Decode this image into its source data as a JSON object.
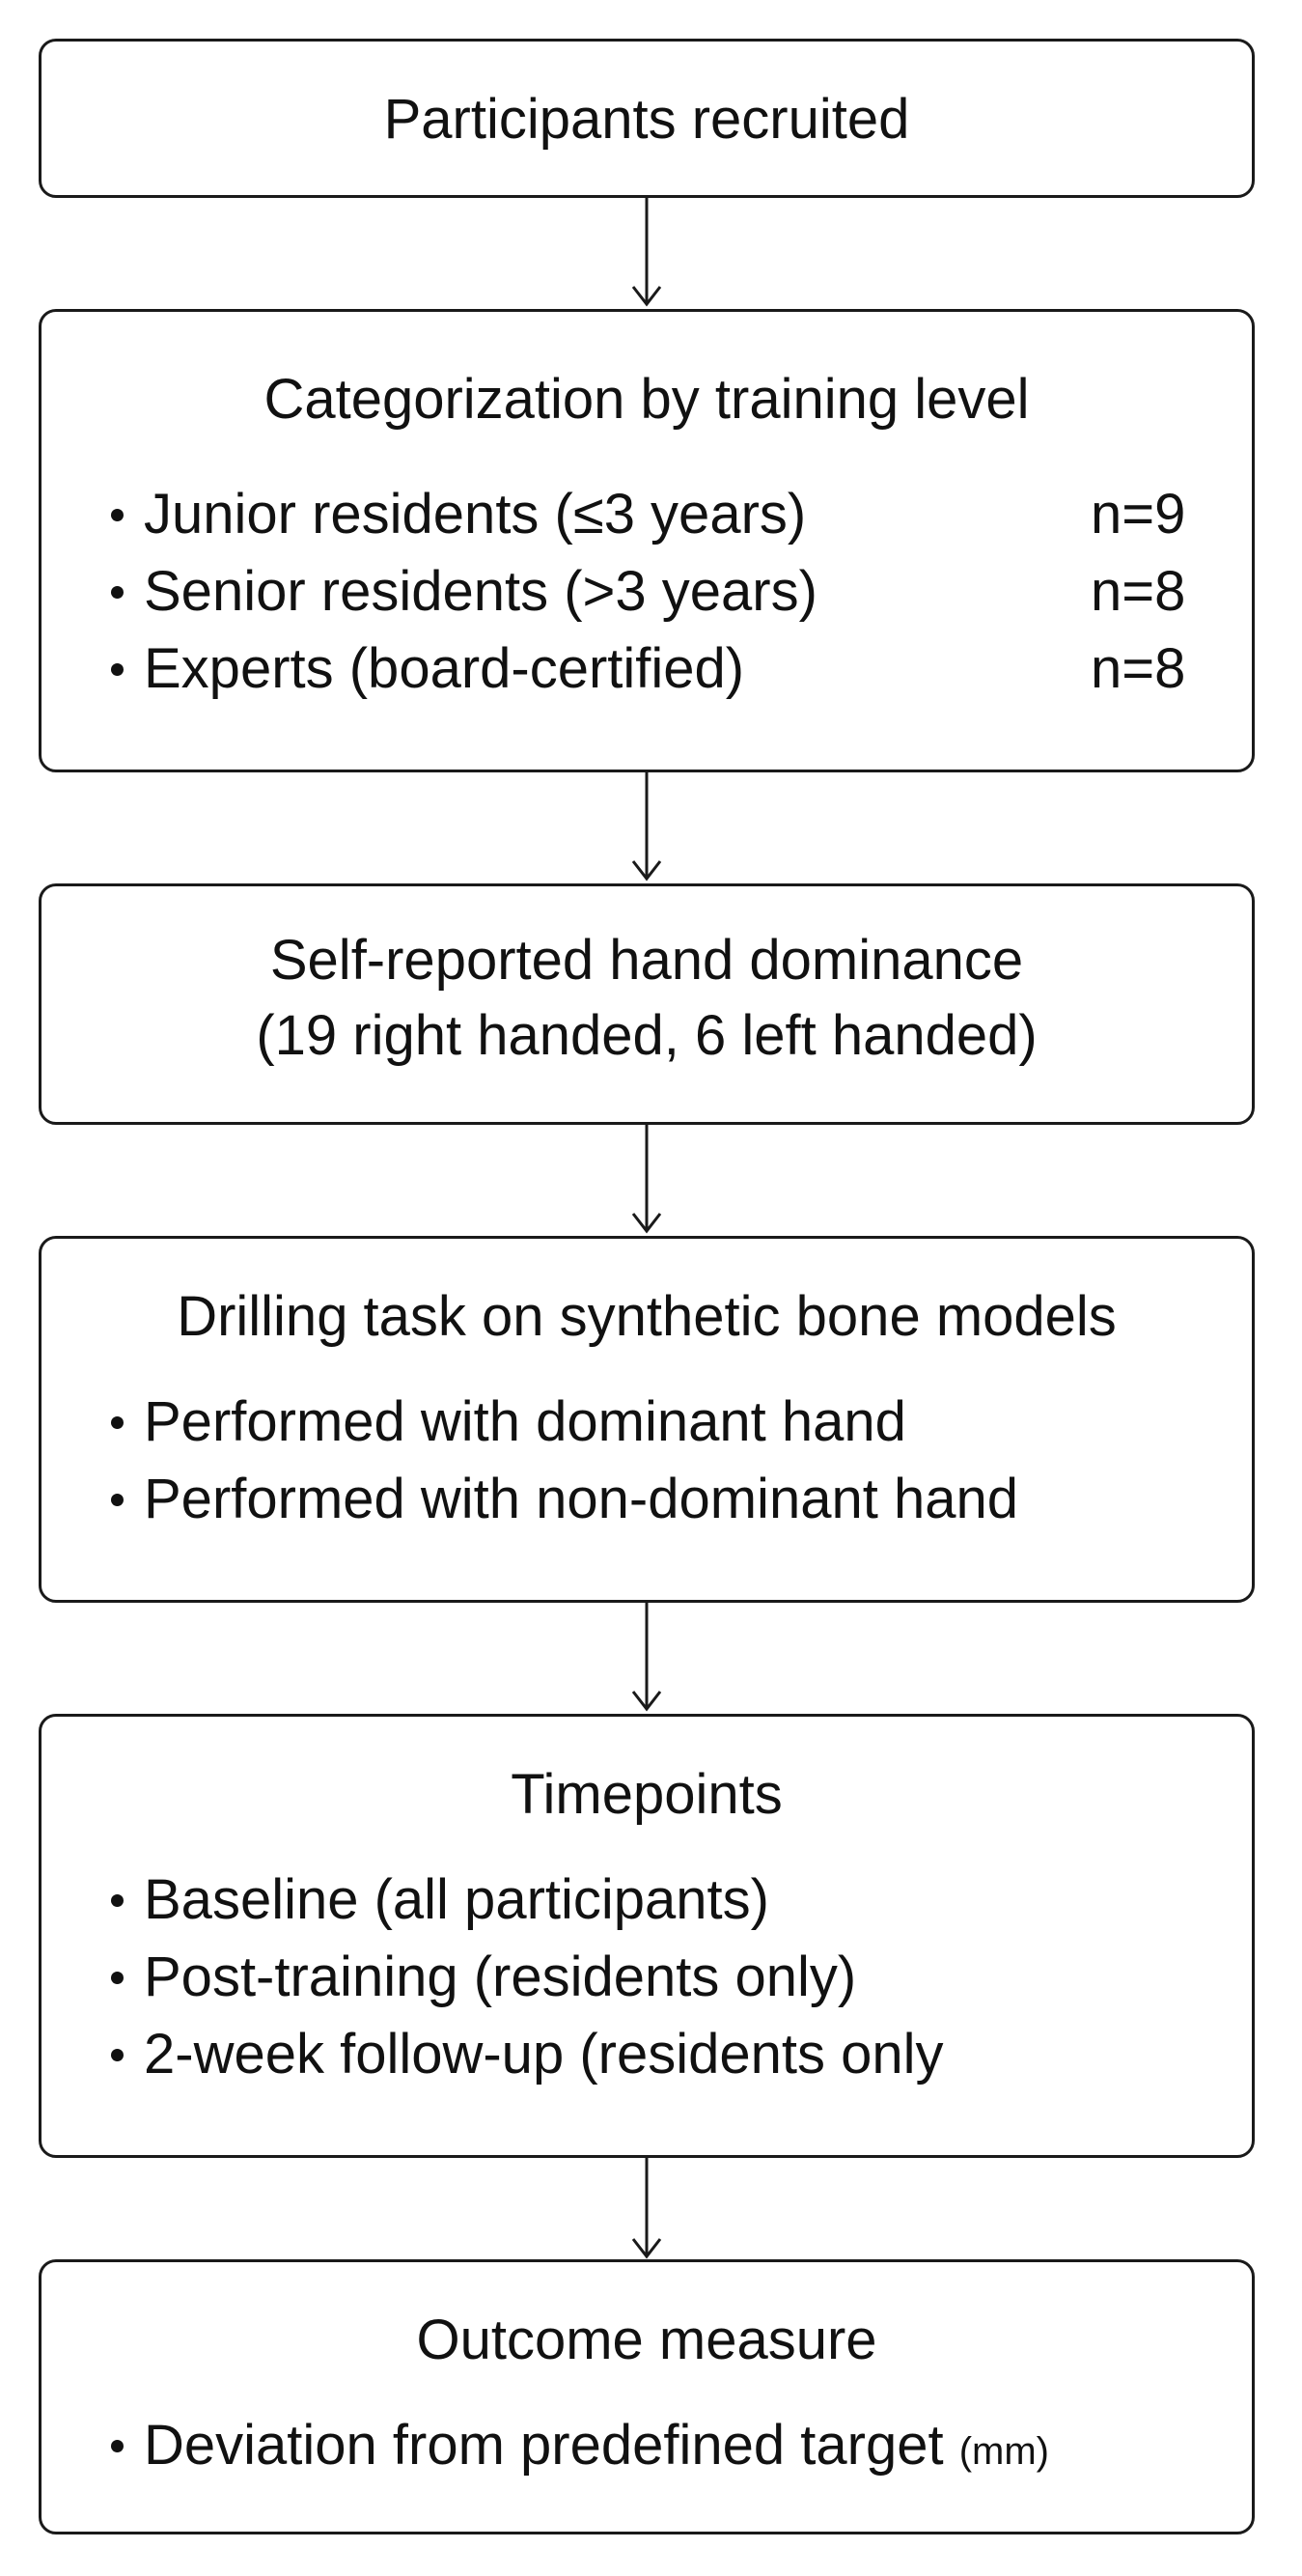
{
  "flowchart": {
    "steps": [
      {
        "title": "Participants recruited"
      },
      {
        "title": "Categorization by training level",
        "items": [
          {
            "label": "Junior residents (≤3 years)",
            "count": "n=9"
          },
          {
            "label": "Senior residents (>3 years)",
            "count": "n=8"
          },
          {
            "label": "Experts (board-certified)",
            "count": "n=8"
          }
        ]
      },
      {
        "title_lines": [
          "Self-reported hand dominance",
          "(19 right handed, 6 left handed)"
        ]
      },
      {
        "title": "Drilling task on synthetic bone models",
        "items": [
          {
            "label": "Performed with dominant hand"
          },
          {
            "label": "Performed with non-dominant hand"
          }
        ]
      },
      {
        "title": "Timepoints",
        "items": [
          {
            "label": "Baseline (all participants)"
          },
          {
            "label": "Post-training (residents only)"
          },
          {
            "label": "2-week follow-up (residents only"
          }
        ]
      },
      {
        "title": "Outcome measure",
        "items": [
          {
            "label": "Deviation from predefined target",
            "unit": "(mm)"
          }
        ]
      }
    ],
    "line_color": "#1a1a1a"
  }
}
